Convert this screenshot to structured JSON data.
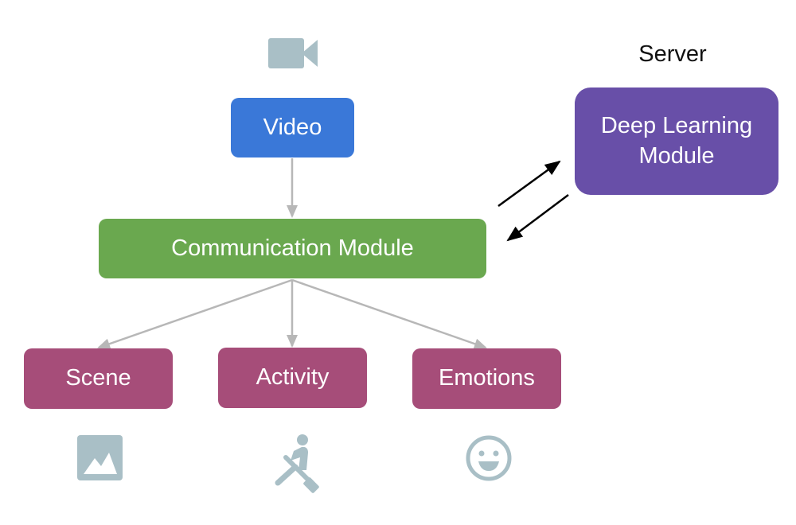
{
  "diagram": {
    "server_label": "Server",
    "nodes": {
      "video": "Video",
      "deep_learning": "Deep Learning Module",
      "communication": "Communication Module",
      "scene": "Scene",
      "activity": "Activity",
      "emotions": "Emotions"
    },
    "icons": {
      "video": "video-camera-icon",
      "scene": "image-landscape-icon",
      "activity": "rowing-person-icon",
      "emotions": "smiley-face-icon"
    },
    "edges": [
      {
        "from": "video",
        "to": "communication",
        "style": "gray"
      },
      {
        "from": "communication",
        "to": "scene",
        "style": "gray"
      },
      {
        "from": "communication",
        "to": "activity",
        "style": "gray"
      },
      {
        "from": "communication",
        "to": "emotions",
        "style": "gray"
      },
      {
        "from": "communication",
        "to": "deep_learning",
        "style": "black"
      },
      {
        "from": "deep_learning",
        "to": "communication",
        "style": "black"
      }
    ],
    "colors": {
      "video": "#3a78d8",
      "deep_learning": "#684fa8",
      "communication": "#6aa84f",
      "outputs": "#a64d79",
      "icons": "#a9bfc6",
      "gray_arrow": "#b7b7b7",
      "black_arrow": "#000000"
    }
  }
}
